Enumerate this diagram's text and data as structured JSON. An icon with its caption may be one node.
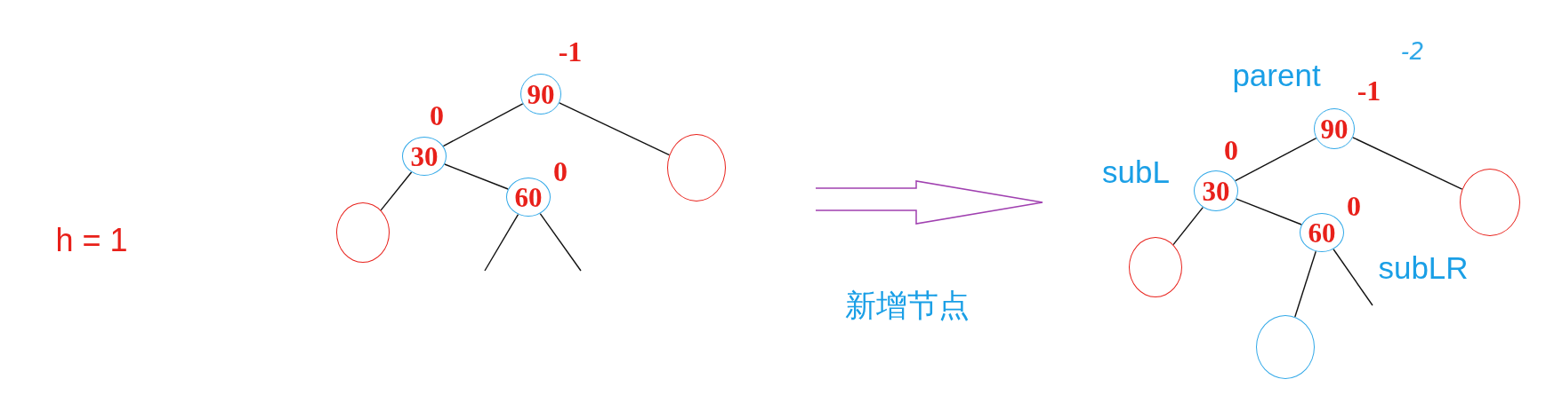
{
  "diagram": {
    "nodes": [
      {
        "text": [
          "90"
        ],
        "beside": [
          "-1"
        ]
      },
      {
        "text": [
          "30"
        ],
        "beside": [
          "0"
        ]
      },
      {
        "text": [
          "60"
        ],
        "beside": [
          "0"
        ]
      },
      {
        "text": [],
        "shape": "circle"
      },
      {
        "text": [],
        "shape": "circle"
      },
      {
        "text": [
          "90"
        ],
        "beside": [
          "parent",
          "-1",
          "-2"
        ]
      },
      {
        "text": [
          "30"
        ],
        "beside": [
          "subL",
          "0"
        ]
      },
      {
        "text": [
          "60"
        ],
        "beside": [
          "0",
          "subLR"
        ]
      },
      {
        "text": [],
        "shape": "circle"
      },
      {
        "text": [],
        "shape": "circle"
      },
      {
        "text": [],
        "shape": "circle"
      }
    ],
    "edges": [
      {
        "from": 0,
        "to": 1,
        "arrow": "none"
      },
      {
        "from": 0,
        "to": 3,
        "arrow": "none"
      },
      {
        "from": 1,
        "to": 4,
        "arrow": "none"
      },
      {
        "from": 1,
        "to": 2,
        "arrow": "none"
      },
      {
        "from": 2,
        "to": null,
        "arrow": "none"
      },
      {
        "from": 2,
        "to": null,
        "arrow": "none"
      },
      {
        "from": 5,
        "to": 6,
        "arrow": "none"
      },
      {
        "from": 5,
        "to": 8,
        "arrow": "none"
      },
      {
        "from": 6,
        "to": 9,
        "arrow": "none"
      },
      {
        "from": 6,
        "to": 7,
        "arrow": "none"
      },
      {
        "from": 7,
        "to": 10,
        "arrow": "none"
      },
      {
        "from": 7,
        "to": null,
        "arrow": "none"
      }
    ],
    "labels": [
      "h = 1",
      "新增节点"
    ]
  }
}
